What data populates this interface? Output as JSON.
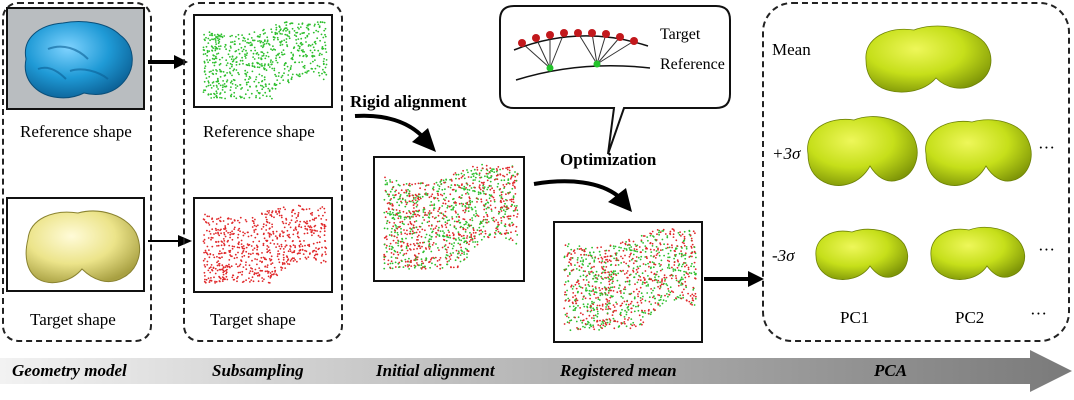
{
  "stages": {
    "geometry": "Geometry model",
    "subsampling": "Subsampling",
    "initial": "Initial alignment",
    "registered": "Registered mean",
    "pca": "PCA"
  },
  "geometry": {
    "reference_label": "Reference shape",
    "target_label": "Target shape"
  },
  "subsampling": {
    "reference_label": "Reference shape",
    "target_label": "Target shape"
  },
  "alignment": {
    "rigid_label": "Rigid alignment",
    "optimization_label": "Optimization"
  },
  "callout": {
    "target_label": "Target",
    "reference_label": "Reference"
  },
  "pca": {
    "mean_label": "Mean",
    "plus_label": "+3σ",
    "minus_label": "-3σ",
    "pc1_label": "PC1",
    "pc2_label": "PC2",
    "ellipsis": "···"
  },
  "colors": {
    "reference_blue": "#1f9ad6",
    "target_cream": "#ece48a",
    "pca_yellow": "#c9e21e",
    "ref_points": "#2dbf2d",
    "target_points": "#e0282a"
  }
}
